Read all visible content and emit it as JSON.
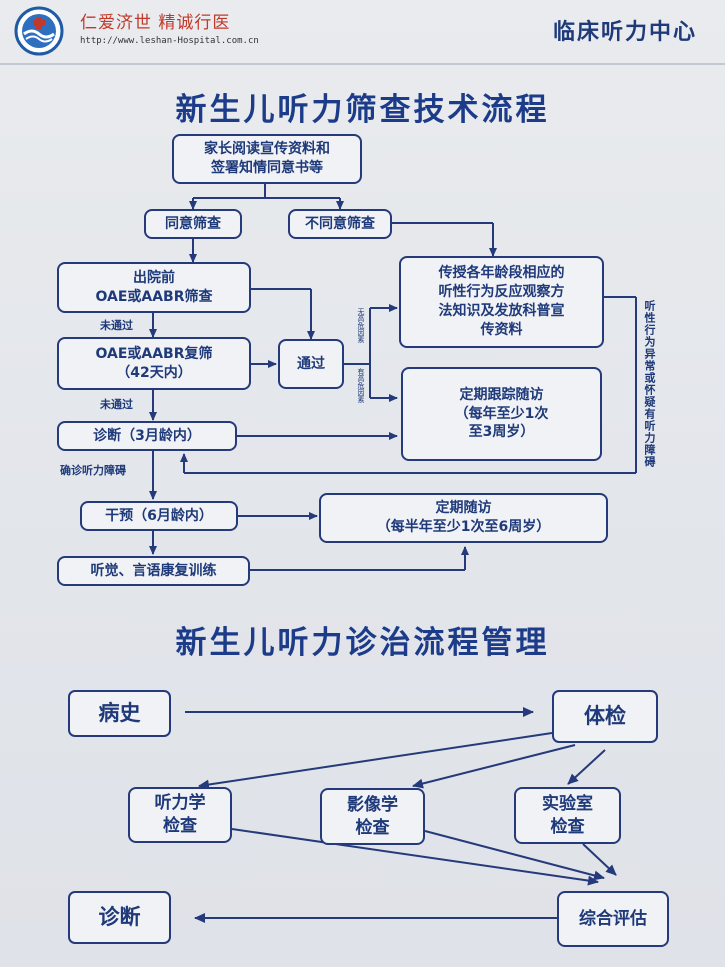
{
  "header": {
    "slogan": "仁爱济世 精诚行医",
    "url": "http://www.leshan-Hospital.com.cn",
    "department": "临床听力中心"
  },
  "flow1": {
    "title": "新生儿听力筛查技术流程",
    "read_materials": "家长阅读宣传资料和\n签署知情同意书等",
    "agree": "同意筛查",
    "disagree": "不同意筛查",
    "before_discharge": "出院前\nOAE或AABR筛查",
    "not_pass_1": "未通过",
    "rescreen": "OAE或AABR复筛\n（42天内）",
    "not_pass_2": "未通过",
    "pass": "通过",
    "diagnosis": "诊断（3月龄内）",
    "confirmed": "确诊听力障碍",
    "intervention": "干预（6月龄内）",
    "rehab": "听觉、言语康复训练",
    "education": "传授各年龄段相应的\n听性行为反应观察方\n法知识及发放科普宣\n传资料",
    "tracking": "定期跟踪随访\n（每年至少1次\n至3周岁）",
    "followup": "定期随访\n（每半年至少1次至6周岁）",
    "no_risk": "无高危因素",
    "has_risk": "有高危因素",
    "abnormal": "听性行为异常或怀疑有听力障碍"
  },
  "flow2": {
    "title": "新生儿听力诊治流程管理",
    "history": "病史",
    "exam": "体检",
    "audiology": "听力学\n检查",
    "imaging": "影像学\n检查",
    "lab": "实验室\n检查",
    "evaluation": "综合评估",
    "diagnosis": "诊断"
  }
}
